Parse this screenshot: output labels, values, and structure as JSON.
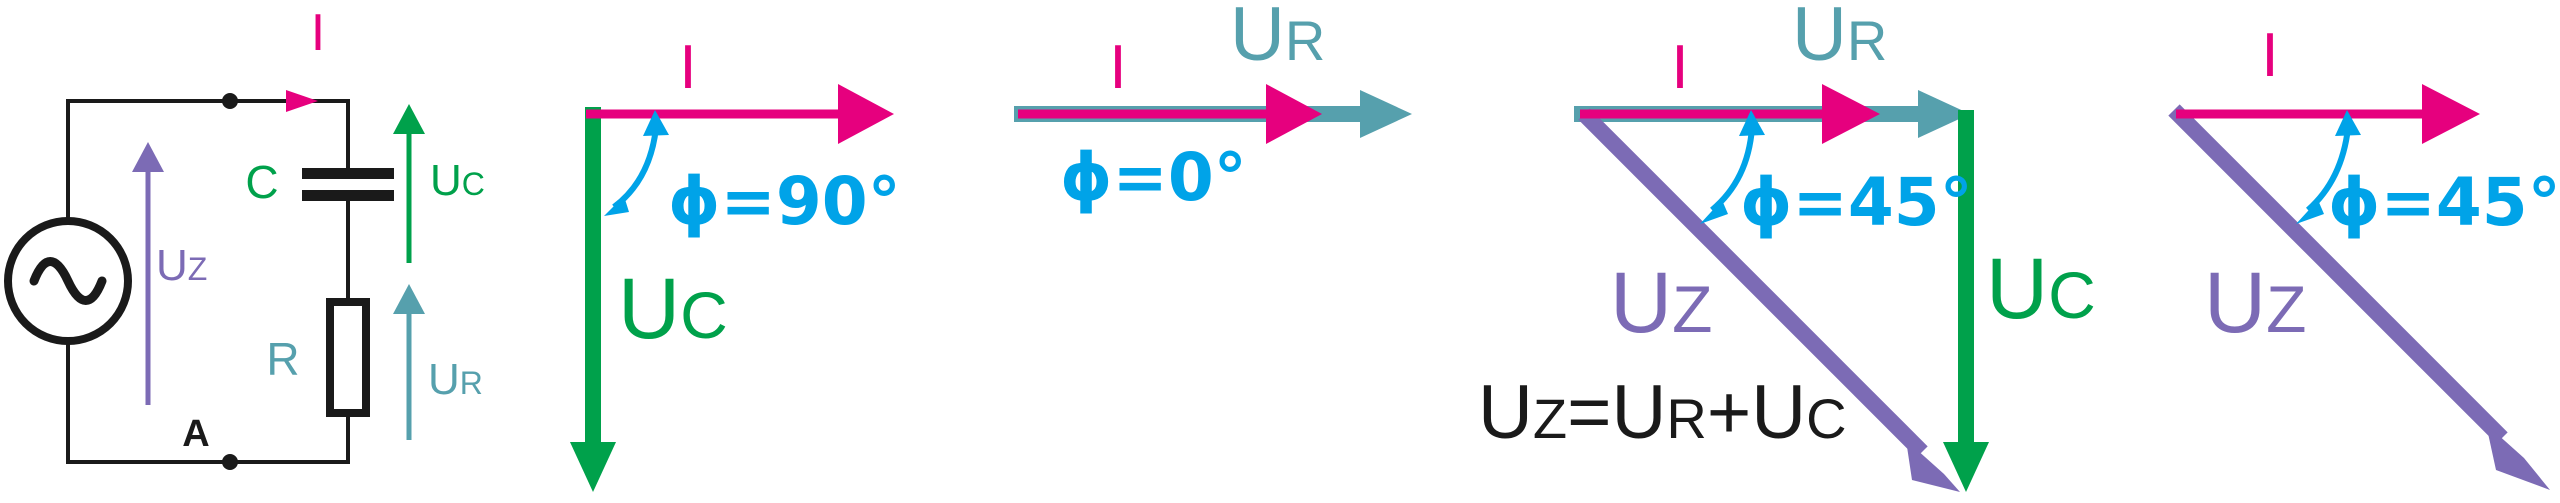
{
  "colors": {
    "current": "#e6007e",
    "ur": "#56a0ad",
    "uc": "#00a14b",
    "uz": "#7c6bb5",
    "angle": "#00a3e8",
    "wire": "#1a1a1a"
  },
  "circuit": {
    "current_label": "I",
    "c_label": "C",
    "r_label": "R",
    "uc_main": "U",
    "uc_sub": "C",
    "ur_main": "U",
    "ur_sub": "R",
    "uz_main": "U",
    "uz_sub": "Z",
    "node_label": "A",
    "source_symbol": "~"
  },
  "diagram1": {
    "current_label": "I",
    "uc_main": "U",
    "uc_sub": "C",
    "angle_text": "ϕ=90°"
  },
  "diagram2": {
    "current_label": "I",
    "ur_main": "U",
    "ur_sub": "R",
    "angle_text": "ϕ=0°"
  },
  "diagram3": {
    "current_label": "I",
    "ur_main": "U",
    "ur_sub": "R",
    "uc_main": "U",
    "uc_sub": "C",
    "uz_main": "U",
    "uz_sub": "Z",
    "angle_text": "ϕ=45°",
    "equation": {
      "uz_main": "U",
      "uz_sub": "Z",
      "eq": "=",
      "ur_main": "U",
      "ur_sub": "R",
      "plus": "+",
      "uc_main": "U",
      "uc_sub": "C"
    }
  },
  "diagram4": {
    "current_label": "I",
    "uz_main": "U",
    "uz_sub": "Z",
    "angle_text": "ϕ=45°"
  }
}
